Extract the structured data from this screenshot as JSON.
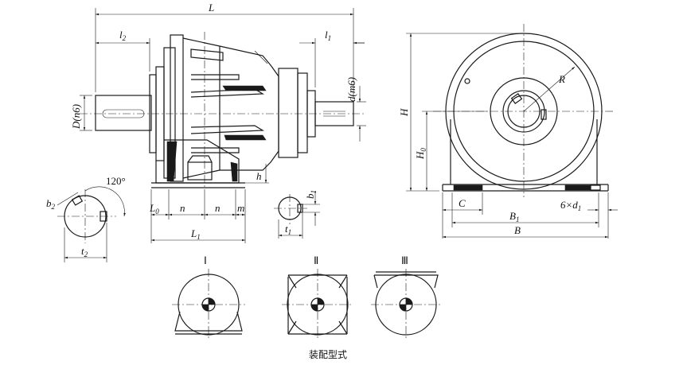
{
  "front_view": {
    "dim_L": "L",
    "dim_l2": "l",
    "dim_l2_sub": "2",
    "dim_l1": "l",
    "dim_l1_sub": "1",
    "dim_D": "D",
    "dim_D_fit": "(n6)",
    "dim_d": "d",
    "dim_d_fit": "(m6)",
    "dim_h": "h",
    "dim_L0": "L",
    "dim_L0_sub": "0",
    "dim_n_left": "n",
    "dim_n_right": "n",
    "dim_m": "m",
    "dim_L1": "L",
    "dim_L1_sub": "1"
  },
  "shaft_section_large": {
    "angle": "120°",
    "dim_b2": "b",
    "dim_b2_sub": "2",
    "dim_t2": "t",
    "dim_t2_sub": "2"
  },
  "shaft_section_small": {
    "dim_b1": "b",
    "dim_b1_sub": "1",
    "dim_t1": "t",
    "dim_t1_sub": "1"
  },
  "side_view": {
    "dim_R": "R",
    "dim_H": "H",
    "dim_H0": "H",
    "dim_H0_sub": "0",
    "dim_C": "C",
    "dim_bolts": "6×d",
    "dim_bolts_sub": "1",
    "dim_B1": "B",
    "dim_B1_sub": "1",
    "dim_B": "B"
  },
  "mounting_types": {
    "type_1": "Ⅰ",
    "type_2": "Ⅱ",
    "type_3": "Ⅲ",
    "caption": "装配型式"
  }
}
